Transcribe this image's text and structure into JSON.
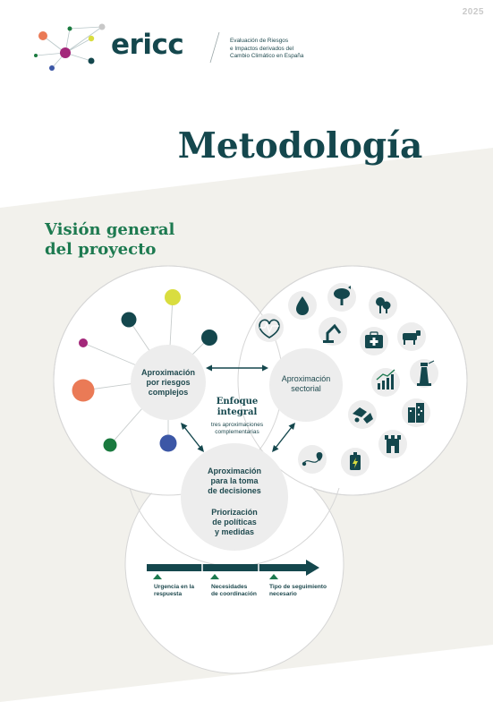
{
  "header": {
    "year": "2025",
    "brand": "ericc",
    "brand_description": [
      "Evaluación de Riesgos",
      "e Impactos derivados del",
      "Cambio Climático en España"
    ]
  },
  "title": "Metodología",
  "subtitle": [
    "Visión general",
    "del proyecto"
  ],
  "diagram": {
    "node_riesgos": [
      "Aproximación",
      "por riesgos",
      "complejos"
    ],
    "node_sectorial": [
      "Aproximación",
      "sectorial"
    ],
    "node_decisiones": [
      "Aproximación",
      "para la toma",
      "de decisiones"
    ],
    "node_priorizacion": [
      "Priorización",
      "de políticas",
      "y medidas"
    ],
    "center_title": [
      "Enfoque",
      "integral"
    ],
    "center_subtitle": [
      "tres aproximaciones",
      "complementarias"
    ],
    "timeline": [
      [
        "Urgencia en la",
        "respuesta"
      ],
      [
        "Necesidades",
        "de coordinación"
      ],
      [
        "Tipo de seguimiento",
        "necesario"
      ]
    ],
    "sector_icons": [
      "heartbeat-icon",
      "water-drop-icon",
      "cloud-tree-icon",
      "forest-icon",
      "robot-arm-icon",
      "first-aid-kit-icon",
      "cow-icon",
      "growth-chart-icon",
      "lighthouse-icon",
      "handshake-icon",
      "city-buildings-icon",
      "castle-icon",
      "route-pin-icon",
      "battery-icon"
    ],
    "network_colors": {
      "yellow": "#d9dd3f",
      "teal": "#14474d",
      "magenta": "#a3287a",
      "orange": "#ea7a56",
      "green": "#1a7a3f",
      "blue": "#3c57a6"
    }
  },
  "colors": {
    "primary": "#14474d",
    "green": "#1d7a50",
    "background_band": "#f2f1ec",
    "circle_fill": "#ededed"
  }
}
